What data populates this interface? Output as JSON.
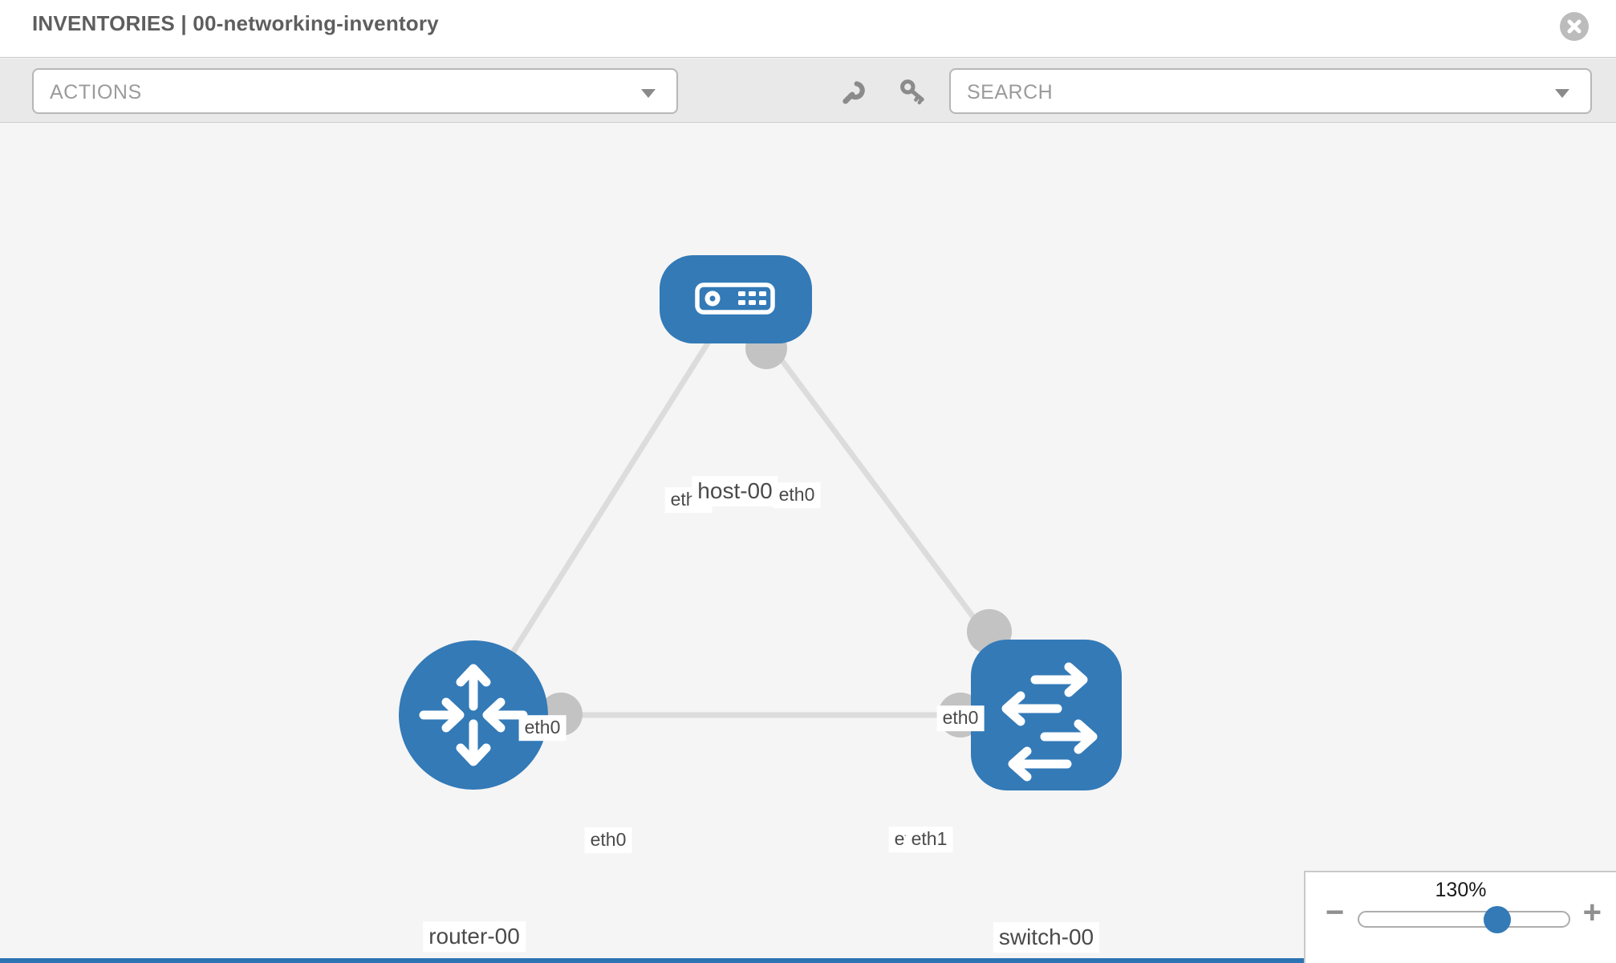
{
  "header": {
    "title": "INVENTORIES | 00-networking-inventory"
  },
  "toolbar": {
    "actions_label": "ACTIONS",
    "search_label": "SEARCH",
    "icons": {
      "wrench": "wrench-icon",
      "key": "key-icon",
      "actions_caret": "chevron-down-icon",
      "search_caret": "chevron-down-icon"
    }
  },
  "topology": {
    "nodes": [
      {
        "label": "host-00",
        "type": "host"
      },
      {
        "label": "router-00",
        "type": "router"
      },
      {
        "label": "switch-00",
        "type": "switch"
      }
    ],
    "links": [
      {
        "from": "host-00",
        "to": "router-00"
      },
      {
        "from": "host-00",
        "to": "switch-00"
      },
      {
        "from": "router-00",
        "to": "switch-00"
      }
    ],
    "interfaces": {
      "host_to_router_host_end": "eth0",
      "host_to_switch_host_end": "eth0",
      "host_to_router_router_end": "eth0",
      "host_to_switch_switch_end": "eth0",
      "router_to_switch_router_end": "eth0",
      "router_to_switch_switch_end_back": "eth0",
      "router_to_switch_switch_end_front": "eth1"
    },
    "colors": {
      "node_blue": "#337ab7",
      "link_gray": "#dcdcdc",
      "port_gray": "#c3c3c3"
    }
  },
  "zoom_control": {
    "level": "130%",
    "minus_glyph": "−",
    "plus_glyph": "+"
  }
}
